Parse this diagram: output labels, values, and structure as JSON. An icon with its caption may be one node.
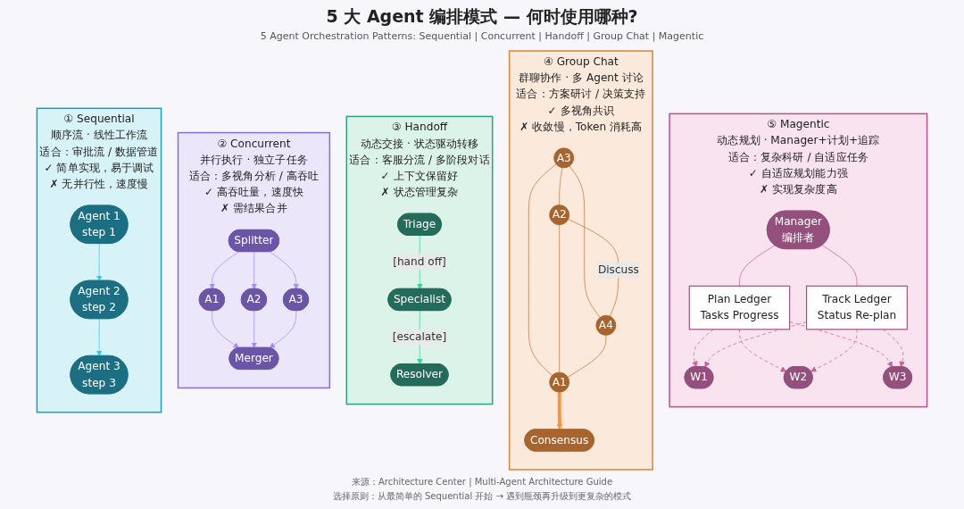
{
  "diagram": {
    "title": "5 大 Agent 编排模式 — 何时使用哪种?",
    "nodes": [
      {
        "text": [
          "① Sequential",
          "顺序流 · 线性工作流",
          "适合：审批流 / 数据管道",
          "✓ 简单实现，易于调试",
          "✗ 无并行性，速度慢"
        ]
      },
      {
        "text": [
          "Agent 1",
          "step 1"
        ],
        "in": 0
      },
      {
        "text": [
          "Agent 2",
          "step 2"
        ],
        "in": 0
      },
      {
        "text": [
          "Agent 3",
          "step 3"
        ],
        "in": 0
      },
      {
        "text": [
          "② Concurrent",
          "并行执行 · 独立子任务",
          "适合：多视角分析 / 高吞吐",
          "✓ 高吞吐量，速度快",
          "✗ 需结果合并"
        ]
      },
      {
        "text": [
          "Splitter"
        ],
        "in": 4
      },
      {
        "text": [
          "A1"
        ],
        "in": 4
      },
      {
        "text": [
          "A2"
        ],
        "in": 4
      },
      {
        "text": [
          "A3"
        ],
        "in": 4
      },
      {
        "text": [
          "Merger"
        ],
        "in": 4
      },
      {
        "text": [
          "③ Handoff",
          "动态交接 · 状态驱动转移",
          "适合：客服分流 / 多阶段对话",
          "✓ 上下文保留好",
          "✗ 状态管理复杂"
        ]
      },
      {
        "text": [
          "Triage"
        ],
        "in": 10
      },
      {
        "text": [
          "Specialist"
        ],
        "in": 10
      },
      {
        "text": [
          "Resolver"
        ],
        "in": 10
      },
      {
        "text": [
          "④ Group Chat",
          "群聊协作 · 多 Agent 讨论",
          "适合：方案研讨 / 决策支持",
          "✓ 多视角共识",
          "✗ 收敛慢，Token 消耗高"
        ]
      },
      {
        "text": [
          "A3"
        ],
        "in": 14
      },
      {
        "text": [
          "A2"
        ],
        "in": 14
      },
      {
        "text": [
          "A4"
        ],
        "in": 14
      },
      {
        "text": [
          "A1"
        ],
        "in": 14
      },
      {
        "text": [
          "Consensus"
        ],
        "in": 14
      },
      {
        "text": [
          "⑤ Magentic",
          "动态规划 · Manager+计划+追踪",
          "适合：复杂科研 / 自适应任务",
          "✓ 自适应规划能力强",
          "✗ 实现复杂度高"
        ]
      },
      {
        "text": [
          "Manager",
          "编排者"
        ],
        "in": 20
      },
      {
        "text": [
          "Plan Ledger",
          "Tasks Progress"
        ],
        "in": 20
      },
      {
        "text": [
          "Track Ledger",
          "Status Re-plan"
        ],
        "in": 20
      },
      {
        "text": [
          "W1"
        ],
        "in": 20
      },
      {
        "text": [
          "W2"
        ],
        "in": 20
      },
      {
        "text": [
          "W3"
        ],
        "in": 20
      }
    ],
    "edges": [
      {
        "from": 1,
        "to": 2,
        "arrow": "to",
        "color": "#22d3ee"
      },
      {
        "from": 2,
        "to": 3,
        "arrow": "to",
        "color": "#22d3ee"
      },
      {
        "from": 5,
        "to": 6,
        "arrow": "to",
        "color": "#a78bfa"
      },
      {
        "from": 5,
        "to": 7,
        "arrow": "to",
        "color": "#a78bfa"
      },
      {
        "from": 5,
        "to": 8,
        "arrow": "to",
        "color": "#a78bfa"
      },
      {
        "from": 6,
        "to": 9,
        "arrow": "to",
        "color": "#a78bfa"
      },
      {
        "from": 7,
        "to": 9,
        "arrow": "to",
        "color": "#a78bfa"
      },
      {
        "from": 8,
        "to": 9,
        "arrow": "to",
        "color": "#a78bfa"
      },
      {
        "from": 11,
        "to": 12,
        "arrow": "to",
        "label": "[hand off]",
        "color": "#34d399"
      },
      {
        "from": 12,
        "to": 13,
        "arrow": "to",
        "label": "[escalate]",
        "color": "#34d399"
      },
      {
        "from": 15,
        "to": 16,
        "arrow": "none",
        "color": "#c2773a"
      },
      {
        "from": 15,
        "to": 17,
        "arrow": "none",
        "color": "#c2773a"
      },
      {
        "from": 15,
        "to": 18,
        "arrow": "none",
        "color": "#c2773a"
      },
      {
        "from": 16,
        "to": 17,
        "arrow": "none",
        "label": "Discuss",
        "color": "#c2773a"
      },
      {
        "from": 16,
        "to": 18,
        "arrow": "none",
        "color": "#c2773a"
      },
      {
        "from": 17,
        "to": 18,
        "arrow": "none",
        "color": "#c2773a"
      },
      {
        "from": 18,
        "to": 19,
        "arrow": "to",
        "style": "thick",
        "color": "#fb923c"
      },
      {
        "from": 21,
        "to": 22,
        "arrow": "none",
        "color": "#d0609a"
      },
      {
        "from": 21,
        "to": 23,
        "arrow": "none",
        "color": "#d0609a"
      },
      {
        "from": 22,
        "to": 24,
        "arrow": "to",
        "style": "dashed",
        "color": "#d0609a"
      },
      {
        "from": 22,
        "to": 25,
        "arrow": "to",
        "style": "dashed",
        "color": "#d0609a"
      },
      {
        "from": 22,
        "to": 26,
        "arrow": "to",
        "style": "dashed",
        "color": "#d0609a"
      },
      {
        "from": 23,
        "to": 24,
        "arrow": "to",
        "style": "dashed",
        "color": "#d0609a"
      },
      {
        "from": 23,
        "to": 25,
        "arrow": "to",
        "style": "dashed",
        "color": "#d0609a"
      },
      {
        "from": 23,
        "to": 26,
        "arrow": "to",
        "style": "dashed",
        "color": "#d0609a"
      }
    ],
    "labels": [
      "5 Agent Orchestration Patterns: Sequential | Concurrent | Handoff | Group Chat | Magentic",
      "来源：Architecture Center | Multi-Agent Architecture Guide",
      "选择原则：从最简单的 Sequential 开始 → 遇到瓶颈再升级到更复杂的模式"
    ]
  }
}
